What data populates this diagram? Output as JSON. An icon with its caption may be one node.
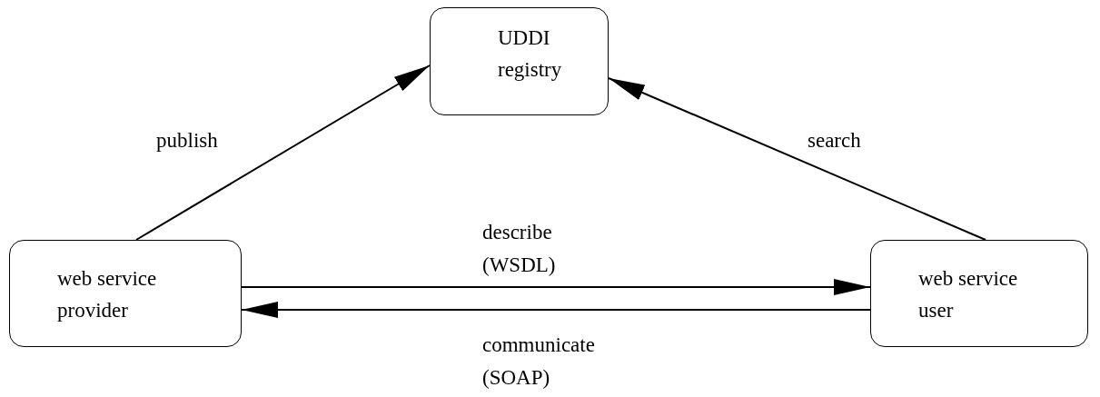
{
  "diagram": {
    "nodes": [
      {
        "text": [
          "UDDI registry"
        ]
      },
      {
        "text": [
          "web service provider"
        ]
      },
      {
        "text": [
          "web service user"
        ]
      }
    ],
    "edges": [
      {
        "from": 1,
        "to": 0,
        "arrow": "to",
        "label": "publish"
      },
      {
        "from": 2,
        "to": 0,
        "arrow": "to",
        "label": "search"
      },
      {
        "from": 1,
        "to": 2,
        "arrow": "to",
        "label": "describe (WSDL)"
      },
      {
        "from": 2,
        "to": 1,
        "arrow": "to",
        "label": "communicate (SOAP)"
      }
    ]
  }
}
